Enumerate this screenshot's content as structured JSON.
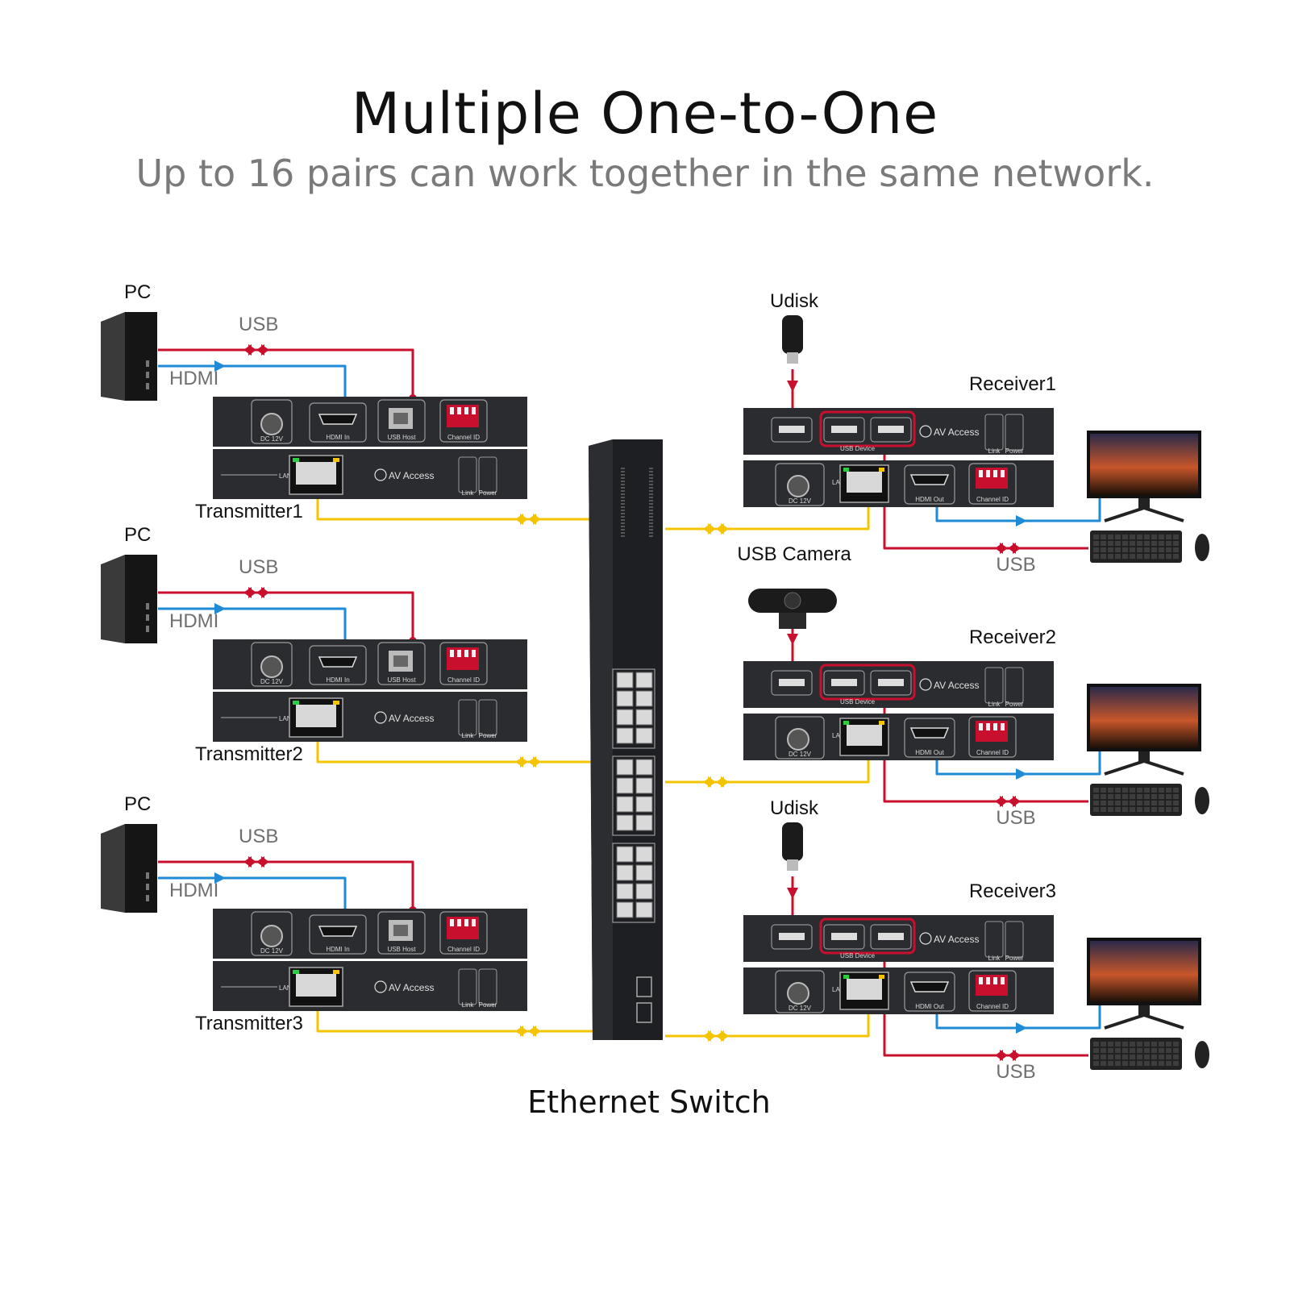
{
  "header": {
    "title": "Multiple One-to-One",
    "subtitle": "Up to 16 pairs can work together in the same network."
  },
  "colors": {
    "usb": "#c8102e",
    "hdmi": "#1f8ad6",
    "lan": "#f5c400",
    "device": "#2a2c30"
  },
  "transmitters": [
    {
      "pc_label": "PC",
      "usb_label": "USB",
      "hdmi_label": "HDMI",
      "name": "Transmitter1"
    },
    {
      "pc_label": "PC",
      "usb_label": "USB",
      "hdmi_label": "HDMI",
      "name": "Transmitter2"
    },
    {
      "pc_label": "PC",
      "usb_label": "USB",
      "hdmi_label": "HDMI",
      "name": "Transmitter3"
    }
  ],
  "receivers": [
    {
      "usb_device_label": "Udisk",
      "name": "Receiver1",
      "usb_label": "USB"
    },
    {
      "usb_device_label": "USB Camera",
      "name": "Receiver2",
      "usb_label": "USB"
    },
    {
      "usb_device_label": "Udisk",
      "name": "Receiver3",
      "usb_label": "USB"
    }
  ],
  "switch_label": "Ethernet Switch",
  "device_text": {
    "dc": "DC 12V",
    "hdmi_in": "HDMI In",
    "usb_host": "USB Host",
    "channel_id": "Channel ID",
    "lan": "LAN",
    "brand": "AV Access",
    "link": "Link",
    "power": "Power",
    "usb_device": "USB Device",
    "hdmi_out": "HDMI Out"
  }
}
